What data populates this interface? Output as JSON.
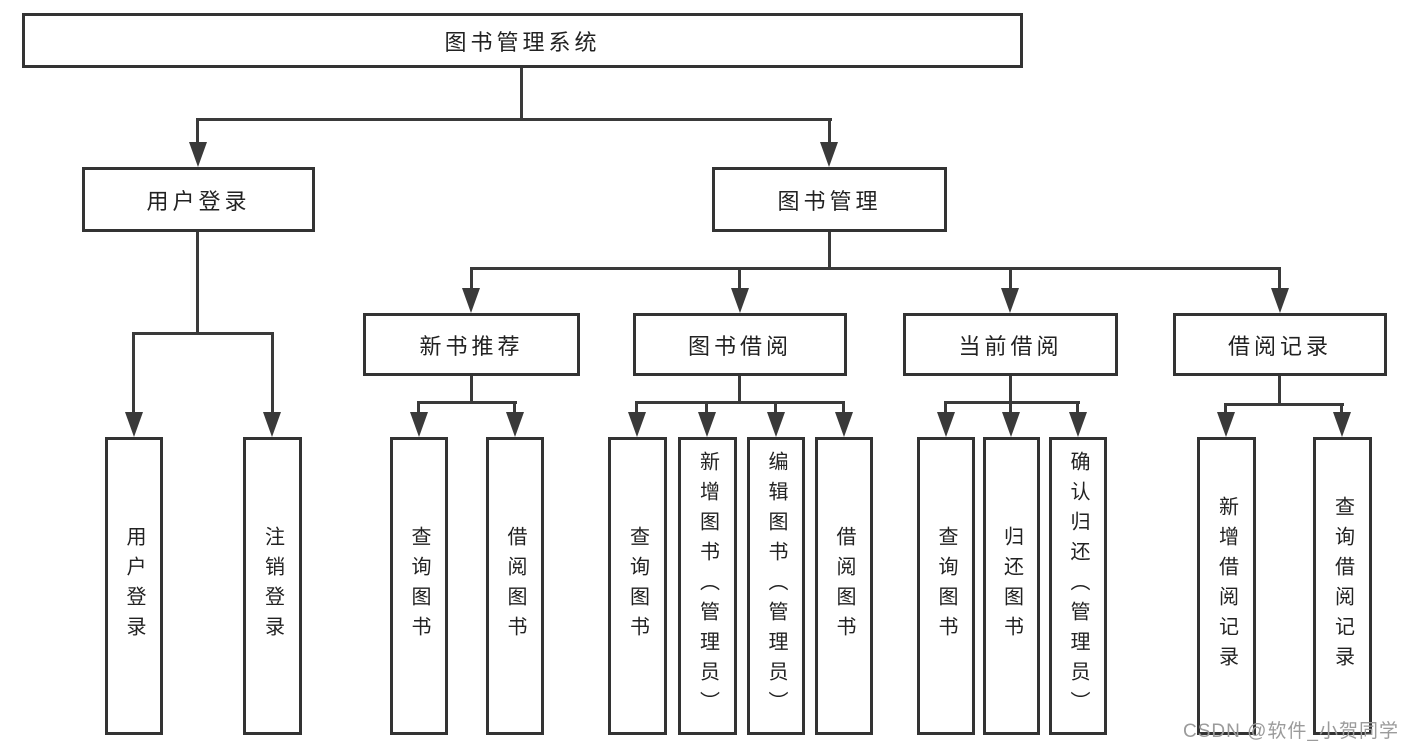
{
  "colors": {
    "background": "#ffffff",
    "line": "#3a3a3a",
    "box_border": "#333333",
    "text": "#222222",
    "watermark_text": "#9b9b9b"
  },
  "watermark": "CSDN @软件_小贺同学",
  "tree": {
    "root": {
      "label": "图书管理系统"
    },
    "level1": [
      {
        "label": "用户登录",
        "children": [
          {
            "label": "用户登录"
          },
          {
            "label": "注销登录"
          }
        ]
      },
      {
        "label": "图书管理"
      }
    ],
    "level2": [
      {
        "label": "新书推荐",
        "children": [
          {
            "label": "查询图书"
          },
          {
            "label": "借阅图书"
          }
        ]
      },
      {
        "label": "图书借阅",
        "children": [
          {
            "label": "查询图书"
          },
          {
            "label": "新增图书（管理员）"
          },
          {
            "label": "编辑图书（管理员）"
          },
          {
            "label": "借阅图书"
          }
        ]
      },
      {
        "label": "当前借阅",
        "children": [
          {
            "label": "查询图书"
          },
          {
            "label": "归还图书"
          },
          {
            "label": "确认归还（管理员）"
          }
        ]
      },
      {
        "label": "借阅记录",
        "children": [
          {
            "label": "新增借阅记录"
          },
          {
            "label": "查询借阅记录"
          }
        ]
      }
    ]
  }
}
